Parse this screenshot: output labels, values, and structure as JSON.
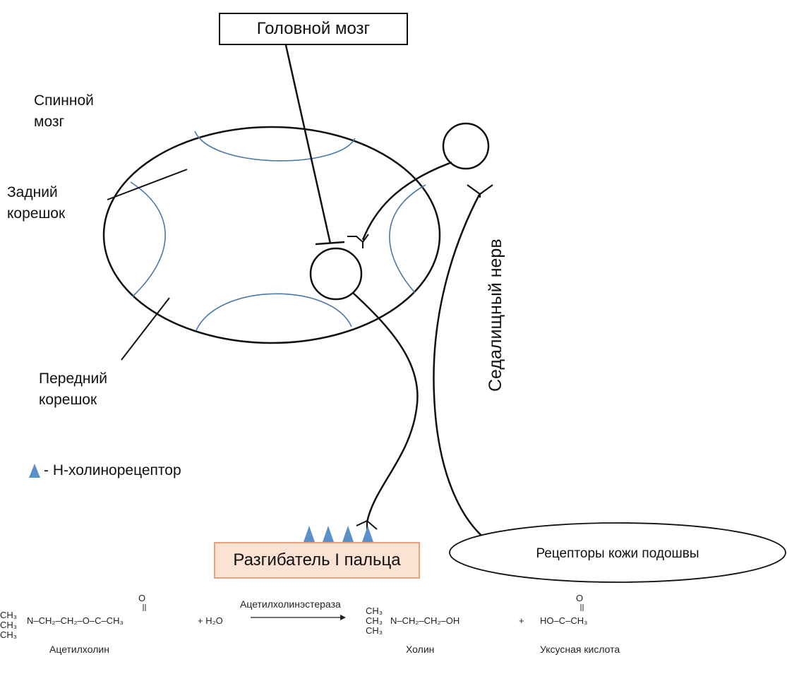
{
  "labels": {
    "brain": "Головной мозг",
    "spinal_cord": "Спинной\nмозг",
    "posterior_root": "Задний\nкорешок",
    "anterior_root": "Передний\nкорешок",
    "sciatic_nerve": "Седалищный нерв",
    "muscle": "Разгибатель I пальца",
    "skin_receptors": "Рецепторы кожи подошвы",
    "legend": "- Н-холинорецептор"
  },
  "reaction": {
    "enzyme": "Ацетилхолинэстераза",
    "acetylcholine": "Ацетилхолин",
    "choline": "Холин",
    "acetic_acid": "Уксусная кислота",
    "water": "+ H₂O",
    "plus1": "+",
    "ach_formula": "N–CH₂–CH₂–O–C–CH₃",
    "choline_formula": "N–CH₂–CH₂–OH",
    "acid_formula": "HO–C–CH₃",
    "methyl": "CH₃",
    "oxygen": "O"
  },
  "colors": {
    "line": "#111111",
    "grey_matter": "#4a78a8",
    "receptor": "#5b8fc7",
    "muscle_fill": "#fbe3d4",
    "muscle_border": "#e8a37a"
  }
}
